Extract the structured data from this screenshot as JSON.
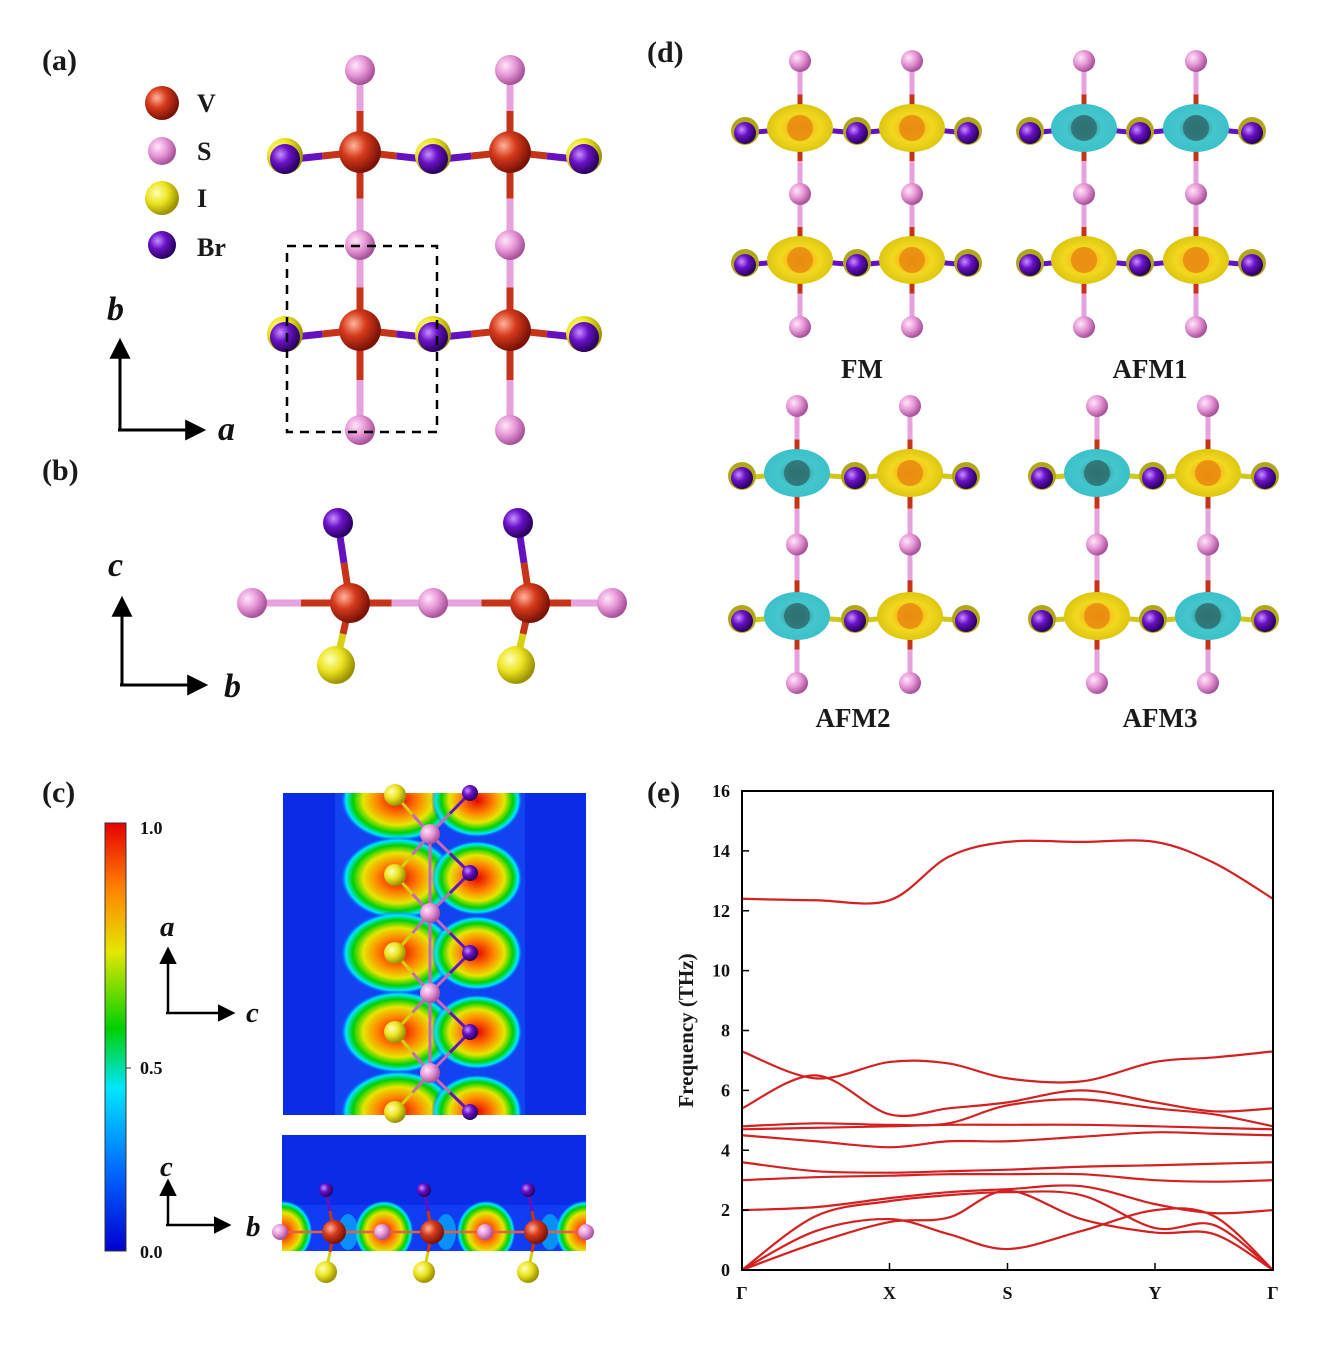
{
  "panels": {
    "a": "(a)",
    "b": "(b)",
    "c": "(c)",
    "d": "(d)",
    "e": "(e)"
  },
  "legend": [
    {
      "symbol": "V",
      "color": "#d03a1c"
    },
    {
      "symbol": "S",
      "color": "#e89ad8"
    },
    {
      "symbol": "I",
      "color": "#e6df10"
    },
    {
      "symbol": "Br",
      "color": "#6a12c8"
    }
  ],
  "axes": {
    "a_b": "b",
    "a_a": "a",
    "b_c": "c",
    "b_b": "b",
    "c1_a": "a",
    "c1_c": "c",
    "c2_c": "c",
    "c2_b": "b"
  },
  "colorbar": {
    "max": "1.0",
    "mid": "0.5",
    "min": "0.0",
    "colors": [
      "#0000d0",
      "#0064ff",
      "#00e6ff",
      "#00d000",
      "#e6e600",
      "#ff8000",
      "#e60000"
    ]
  },
  "magnetic_configs": [
    "FM",
    "AFM1",
    "AFM2",
    "AFM3"
  ],
  "spin_colors": {
    "up": "#e8d418",
    "down": "#3ccfd6"
  },
  "chart_data": {
    "type": "line",
    "ylabel": "Frequency (THz)",
    "ylim": [
      0,
      16
    ],
    "yticks": [
      "0",
      "2",
      "4",
      "6",
      "8",
      "10",
      "12",
      "14",
      "16"
    ],
    "xticks": [
      "Γ",
      "X",
      "S",
      "Y",
      "Γ"
    ],
    "k_distance": [
      0,
      1,
      1.8,
      2.8,
      3.6
    ],
    "line_color": "#d42020",
    "zero_line": "dashed",
    "series": [
      {
        "x": [
          0,
          0.5,
          1,
          1.4,
          1.8,
          2.3,
          2.8,
          3.2,
          3.6
        ],
        "values": [
          0,
          0.9,
          1.6,
          1.75,
          2.65,
          1.7,
          1.25,
          1.2,
          0
        ]
      },
      {
        "x": [
          0,
          0.5,
          1,
          1.4,
          1.8,
          2.3,
          2.8,
          3.2,
          3.6
        ],
        "values": [
          0,
          1.3,
          1.7,
          1.2,
          0.7,
          1.3,
          2.0,
          1.8,
          0
        ]
      },
      {
        "x": [
          0,
          0.5,
          1,
          1.4,
          1.8,
          2.3,
          2.8,
          3.2,
          3.6
        ],
        "values": [
          0,
          1.8,
          2.3,
          2.5,
          2.6,
          2.5,
          1.4,
          1.5,
          0
        ]
      },
      {
        "x": [
          0,
          0.5,
          1,
          1.4,
          1.8,
          2.3,
          2.8,
          3.2,
          3.6
        ],
        "values": [
          2.0,
          2.1,
          2.4,
          2.6,
          2.7,
          2.8,
          2.2,
          1.9,
          2.0
        ]
      },
      {
        "x": [
          0,
          0.5,
          1,
          1.4,
          1.8,
          2.3,
          2.8,
          3.2,
          3.6
        ],
        "values": [
          3.0,
          3.1,
          3.15,
          3.2,
          3.2,
          3.2,
          3.0,
          2.95,
          3.0
        ]
      },
      {
        "x": [
          0,
          0.5,
          1,
          1.4,
          1.8,
          2.3,
          2.8,
          3.2,
          3.6
        ],
        "values": [
          3.6,
          3.3,
          3.25,
          3.3,
          3.35,
          3.45,
          3.5,
          3.55,
          3.6
        ]
      },
      {
        "x": [
          0,
          0.5,
          1,
          1.4,
          1.8,
          2.3,
          2.8,
          3.2,
          3.6
        ],
        "values": [
          4.5,
          4.3,
          4.1,
          4.3,
          4.3,
          4.45,
          4.6,
          4.55,
          4.5
        ]
      },
      {
        "x": [
          0,
          0.5,
          1,
          1.4,
          1.8,
          2.3,
          2.8,
          3.2,
          3.6
        ],
        "values": [
          4.7,
          4.75,
          4.8,
          4.85,
          4.85,
          4.85,
          4.8,
          4.75,
          4.7
        ]
      },
      {
        "x": [
          0,
          0.5,
          1,
          1.4,
          1.8,
          2.3,
          2.8,
          3.2,
          3.6
        ],
        "values": [
          4.8,
          4.9,
          4.85,
          4.9,
          5.5,
          5.7,
          5.4,
          5.2,
          4.8
        ]
      },
      {
        "x": [
          0,
          0.5,
          1,
          1.4,
          1.8,
          2.3,
          2.8,
          3.2,
          3.6
        ],
        "values": [
          5.4,
          6.5,
          5.2,
          5.4,
          5.6,
          6.0,
          5.6,
          5.3,
          5.4
        ]
      },
      {
        "x": [
          0,
          0.5,
          1,
          1.4,
          1.8,
          2.3,
          2.8,
          3.2,
          3.6
        ],
        "values": [
          7.3,
          6.4,
          6.95,
          6.9,
          6.4,
          6.3,
          6.95,
          7.1,
          7.3
        ]
      },
      {
        "x": [
          0,
          0.5,
          1,
          1.4,
          1.8,
          2.3,
          2.8,
          3.2,
          3.6
        ],
        "values": [
          12.4,
          12.35,
          12.35,
          13.8,
          14.3,
          14.3,
          14.3,
          13.6,
          12.4
        ]
      }
    ]
  }
}
